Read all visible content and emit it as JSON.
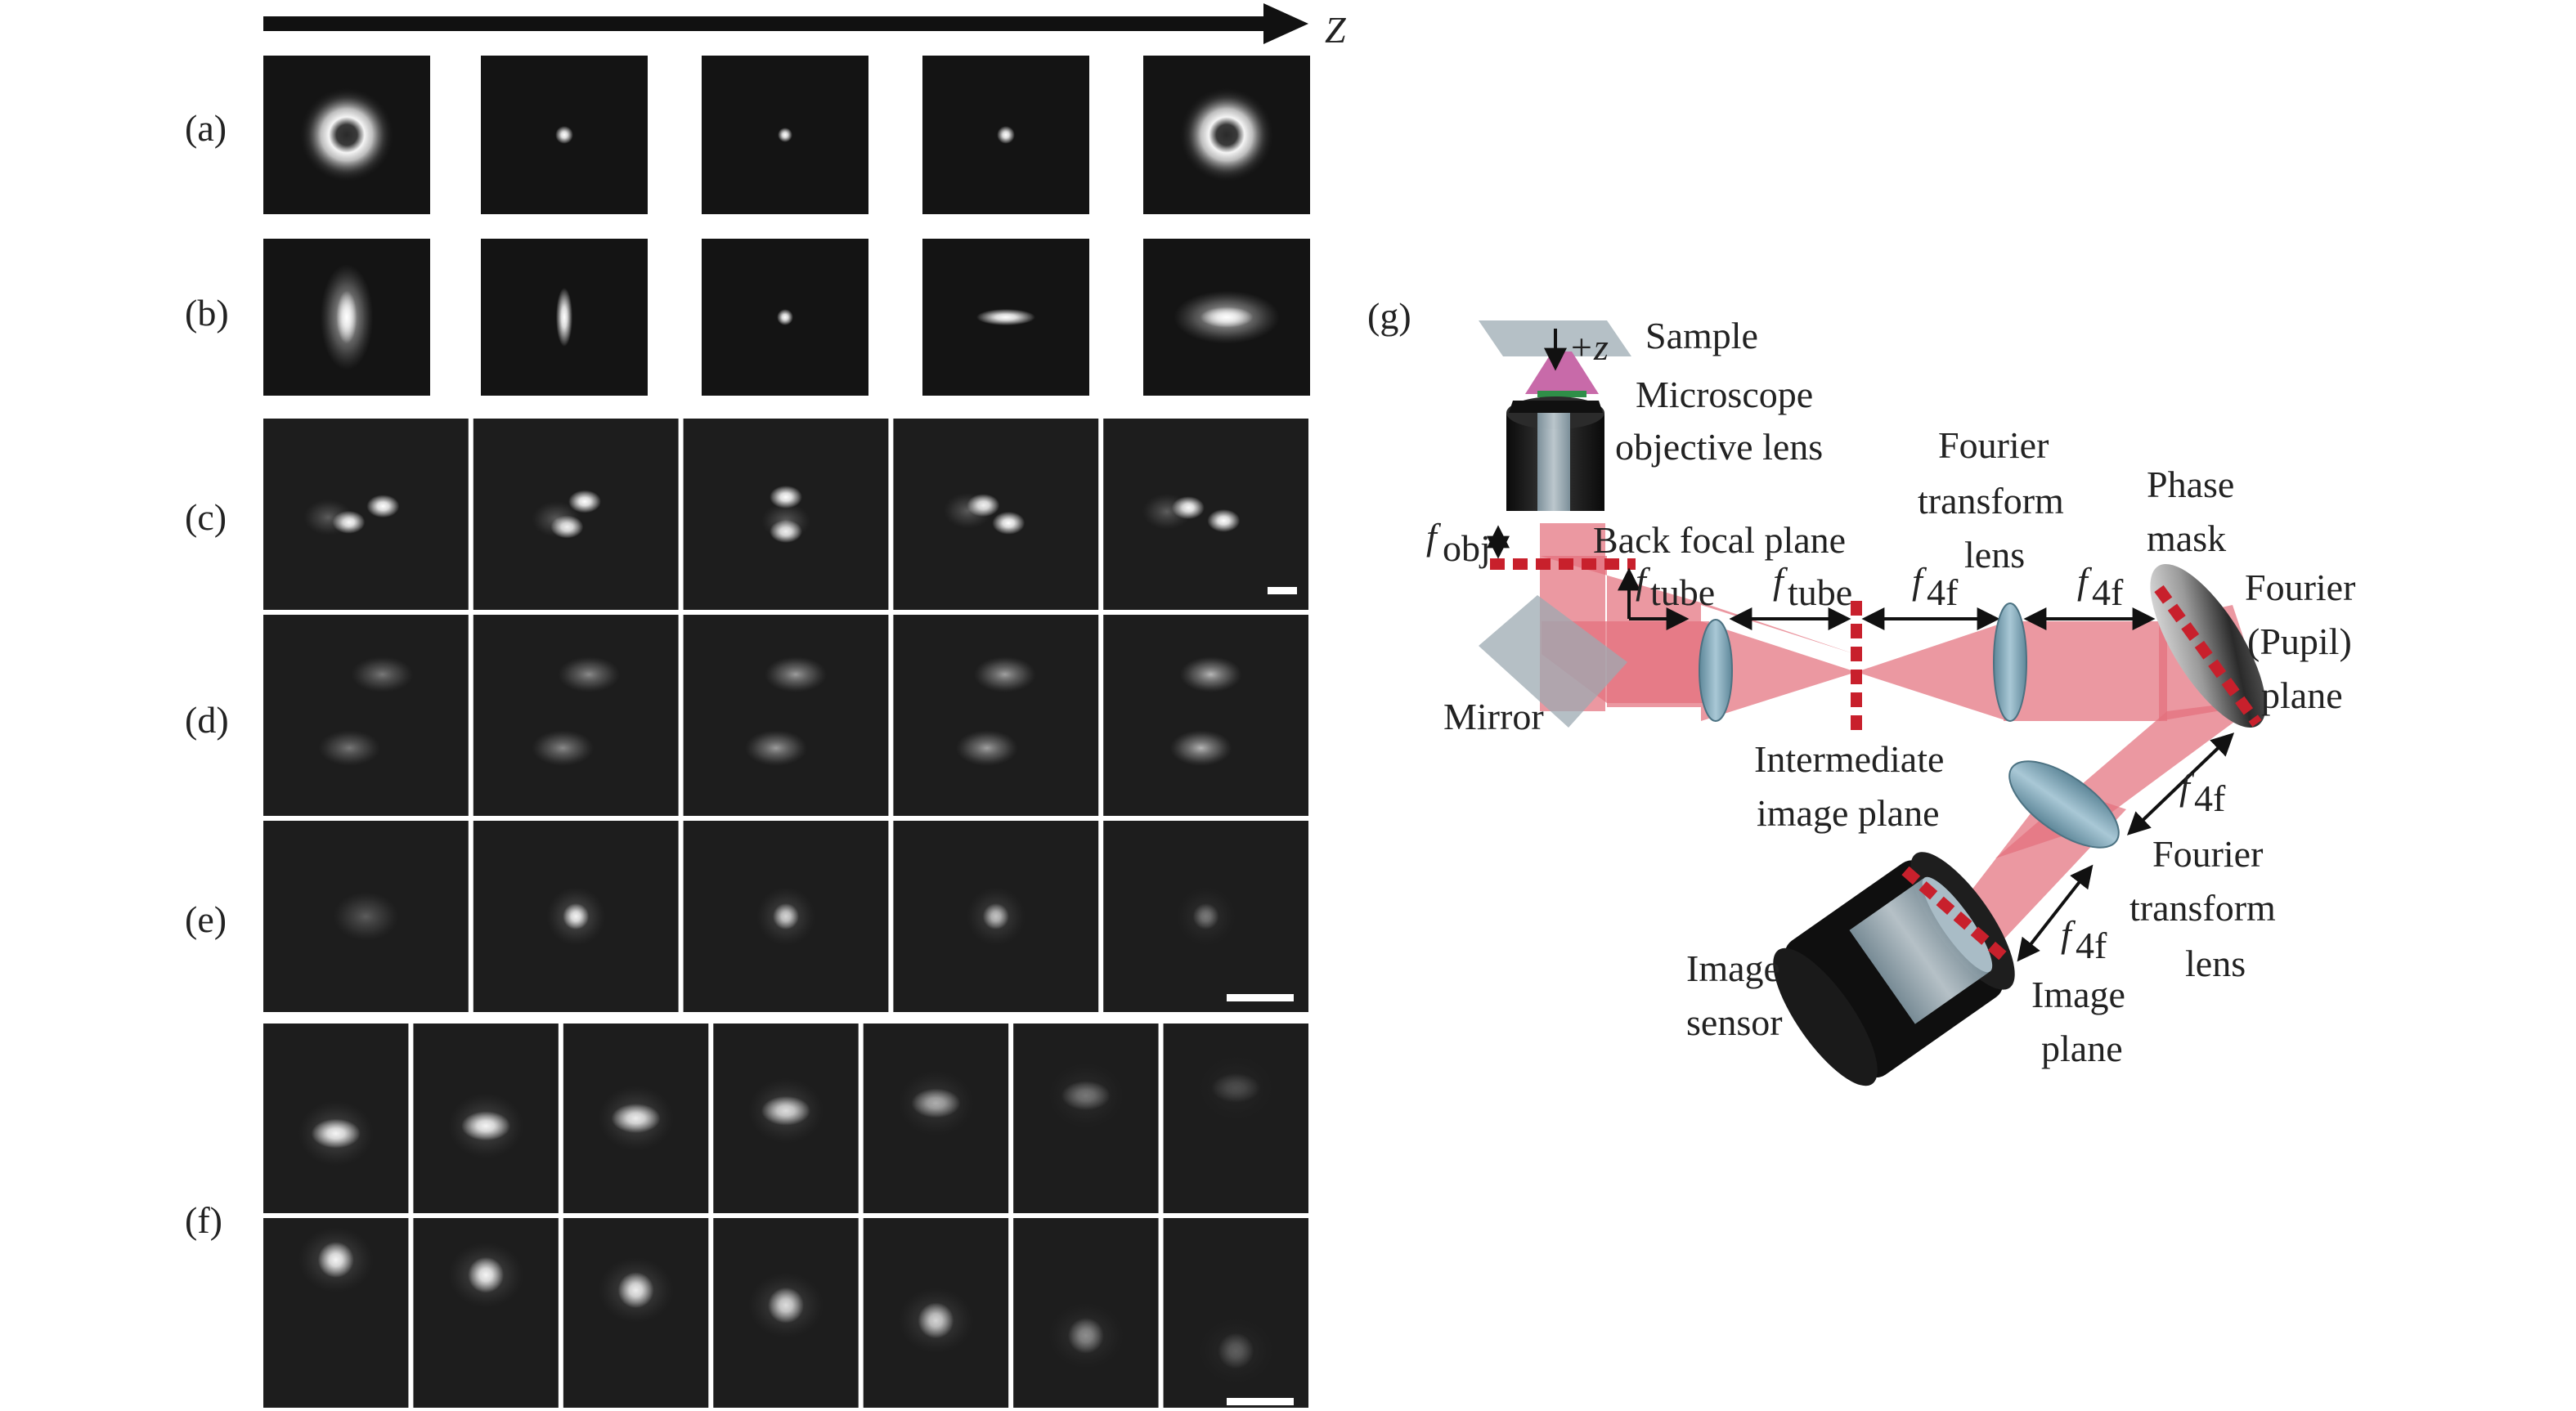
{
  "axis": {
    "label": "Z"
  },
  "rows": [
    {
      "label": "(a)",
      "panels": [
        {
          "type": "donut",
          "w": 1.6
        },
        {
          "type": "dot",
          "w": 0.55
        },
        {
          "type": "dot",
          "w": 0.45
        },
        {
          "type": "dot",
          "w": 0.55
        },
        {
          "type": "donut",
          "w": 1.6
        }
      ]
    },
    {
      "label": "(b)",
      "panels": [
        {
          "type": "vellipse",
          "w": 1.0
        },
        {
          "type": "vline",
          "w": 0.5
        },
        {
          "type": "dot",
          "w": 0.5
        },
        {
          "type": "hline",
          "w": 0.5
        },
        {
          "type": "hellipse",
          "w": 1.0
        }
      ]
    },
    {
      "label": "(c)",
      "panels": [
        {
          "type": "pair",
          "angle": -25,
          "sep": 0.55
        },
        {
          "type": "pair",
          "angle": -55,
          "sep": 0.45
        },
        {
          "type": "pair",
          "angle": -90,
          "sep": 0.5
        },
        {
          "type": "pair",
          "angle": 35,
          "sep": 0.45
        },
        {
          "type": "pair",
          "angle": 20,
          "sep": 0.55
        }
      ],
      "scalebar": true
    },
    {
      "label": "(d)",
      "panels": [
        {
          "type": "dpair",
          "spread": 1.0
        },
        {
          "type": "dpair",
          "spread": 0.8
        },
        {
          "type": "dpair",
          "spread": 0.6
        },
        {
          "type": "dpair",
          "spread": 0.55
        },
        {
          "type": "dpair",
          "spread": 0.3
        }
      ]
    },
    {
      "label": "(e)",
      "panels": [
        {
          "type": "faint"
        },
        {
          "type": "square",
          "bright": 1.0
        },
        {
          "type": "square",
          "bright": 0.8
        },
        {
          "type": "square",
          "bright": 0.7
        },
        {
          "type": "square",
          "bright": 0.35
        }
      ],
      "scalebar": true
    },
    {
      "label": "(f)",
      "panels": [],
      "scalebar": true
    }
  ],
  "diagram": {
    "label": "(g)",
    "sample": "Sample",
    "plus_z": "+z",
    "objective": [
      "Microscope",
      "objective lens"
    ],
    "fourier_lens_top": [
      "Fourier",
      "transform",
      "lens"
    ],
    "phase_mask": [
      "Phase",
      "mask"
    ],
    "fourier_plane": [
      "Fourier",
      "(Pupil)",
      "plane"
    ],
    "back_focal_plane": "Back focal plane",
    "f_obj": {
      "base": "f",
      "sub": "obj"
    },
    "f_tube": {
      "base": "f",
      "sub": "tube"
    },
    "f_4f": {
      "base": "f",
      "sub": "4f"
    },
    "mirror": "Mirror",
    "intermediate": [
      "Intermediate",
      "image plane"
    ],
    "fourier_lens_bottom": [
      "Fourier",
      "transform",
      "lens"
    ],
    "image_sensor": [
      "Image",
      "sensor"
    ],
    "image_plane": [
      "Image",
      "plane"
    ]
  },
  "colors": {
    "beam": "#e3707d",
    "plane": "#c8202c",
    "lens": "#7fa6b8",
    "ink": "#111111"
  }
}
